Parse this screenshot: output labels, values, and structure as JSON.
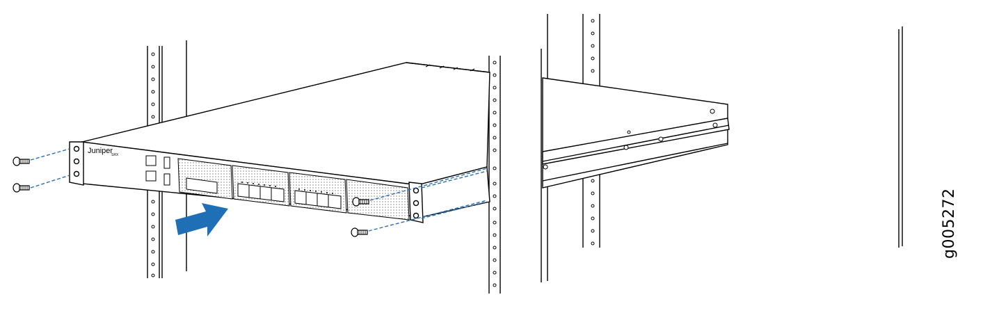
{
  "figure": {
    "id_label": "g005272",
    "brand_text": "Juniper",
    "model_text": "SRX"
  },
  "colors": {
    "line": "#000000",
    "dash": "#2a6fb3",
    "arrow": "#1f6fb6",
    "vent": "#9a9a9a"
  }
}
